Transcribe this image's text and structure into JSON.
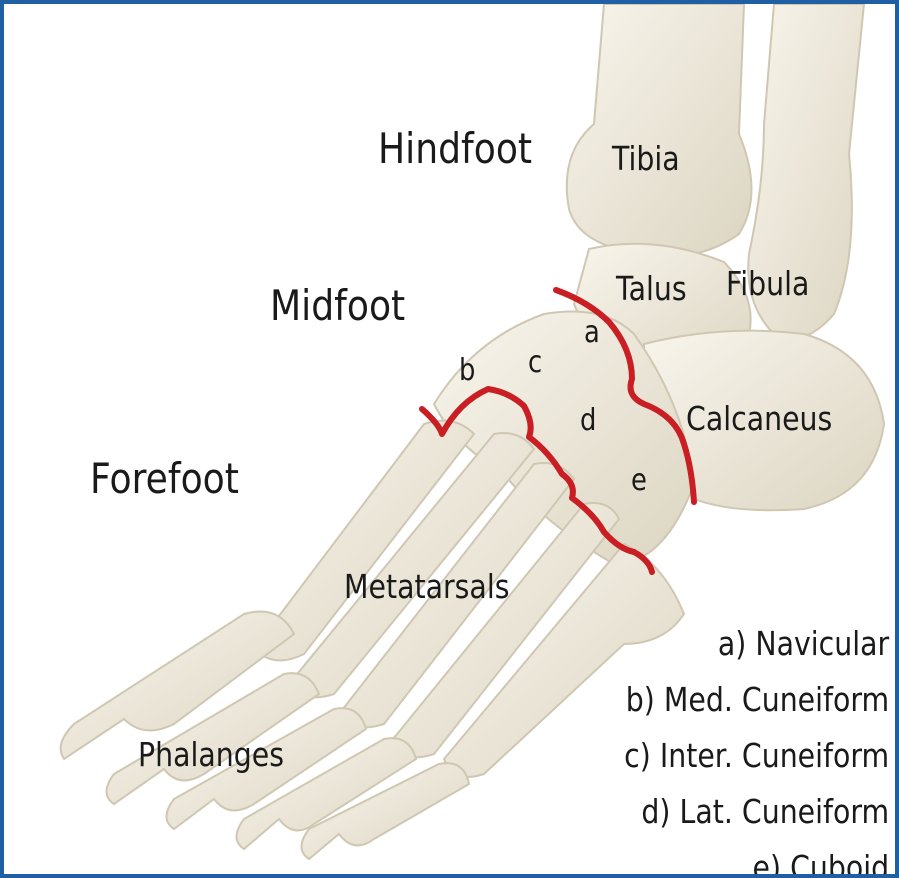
{
  "regions": {
    "hindfoot": "Hindfoot",
    "midfoot": "Midfoot",
    "forefoot": "Forefoot"
  },
  "bones": {
    "tibia": "Tibia",
    "talus": "Talus",
    "fibula": "Fibula",
    "calcaneus": "Calcaneus",
    "metatarsals": "Metatarsals",
    "phalanges": "Phalanges"
  },
  "letters": {
    "a": "a",
    "b": "b",
    "c": "c",
    "d": "d",
    "e": "e"
  },
  "legend": [
    "a) Navicular",
    "b) Med. Cuneiform",
    "c) Inter. Cuneiform",
    "d) Lat. Cuneiform",
    "e) Cuboid"
  ],
  "colors": {
    "border": "#1f5fa3",
    "joint_line": "#c81e24",
    "bone": "#ece6d5",
    "text": "#1a1a1a"
  }
}
